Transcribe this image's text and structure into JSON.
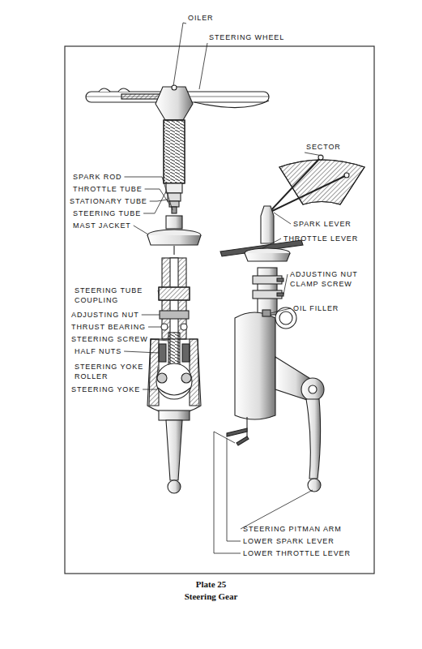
{
  "diagram": {
    "title": "Plate 25",
    "caption": "Steering Gear",
    "labels": [
      "OILER",
      "STEERING WHEEL",
      "SECTOR",
      "SPARK ROD",
      "THROTTLE TUBE",
      "STATIONARY TUBE",
      "STEERING TUBE",
      "MAST JACKET",
      "SPARK LEVER",
      "THROTTLE LEVER",
      "ADJUSTING NUT CLAMP SCREW",
      "OIL FILLER",
      "STEERING TUBE COUPLING",
      "ADJUSTING NUT",
      "THRUST BEARING",
      "STEERING SCREW",
      "HALF NUTS",
      "STEERING YOKE ROLLER",
      "STEERING YOKE",
      "STEERING PITMAN ARM",
      "LOWER SPARK LEVER",
      "LOWER THROTTLE LEVER"
    ]
  }
}
